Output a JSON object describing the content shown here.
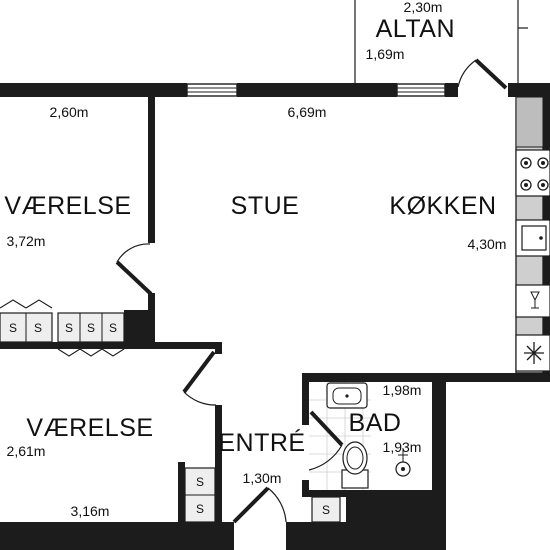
{
  "rooms": {
    "altan": "ALTAN",
    "vaerelse_top": "VÆRELSE",
    "stue": "STUE",
    "koekken": "KØKKEN",
    "vaerelse_bottom": "VÆRELSE",
    "entre": "ENTRÉ",
    "bad": "BAD"
  },
  "dimensions": {
    "altan_width": "2,30m",
    "altan_depth": "1,69m",
    "vaerelse_top_width": "2,60m",
    "vaerelse_top_depth": "3,72m",
    "stue_width": "6,69m",
    "koekken_depth": "4,30m",
    "vaerelse_bottom_depth": "2,61m",
    "vaerelse_bottom_width": "3,16m",
    "entre_width": "1,30m",
    "bad_width": "1,98m",
    "bad_depth": "1,93m"
  },
  "storage_label": "S",
  "colors": {
    "wall": "#1c1c1c",
    "cabinet_fill": "#eeeeee",
    "kitchen_counter": "#cfcfcf",
    "window": "#bdbdbd"
  },
  "icons": [
    "window-icon",
    "door-swing-icon",
    "stove-icon",
    "sink-icon",
    "oven-icon",
    "fridge-icon",
    "toilet-icon",
    "shower-drain-icon",
    "bathroom-sink-icon"
  ]
}
